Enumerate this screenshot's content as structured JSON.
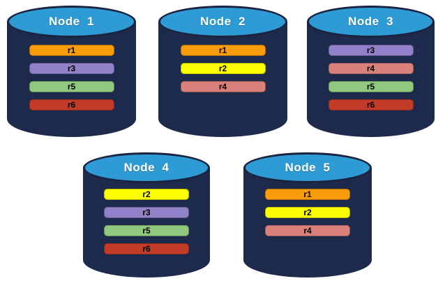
{
  "colors": {
    "background": "#FFFFFF",
    "cylinder_body": "#1E2A4B",
    "cylinder_top": "#2F9BD5",
    "cylinder_outline": "#1A2440",
    "node_label_text": "#FFFFFF",
    "replica_label_text": "#000000",
    "replicas": {
      "r1": "#F89B0D",
      "r2": "#FDFF00",
      "r3": "#9181C8",
      "r4": "#D9817A",
      "r5": "#8FC87E",
      "r6": "#C23B28"
    }
  },
  "nodes": [
    {
      "label": "Node  1",
      "replicas": [
        "r1",
        "r3",
        "r5",
        "r6"
      ]
    },
    {
      "label": "Node  2",
      "replicas": [
        "r1",
        "r2",
        "r4"
      ]
    },
    {
      "label": "Node  3",
      "replicas": [
        "r3",
        "r4",
        "r5",
        "r6"
      ]
    },
    {
      "label": "Node  4",
      "replicas": [
        "r2",
        "r3",
        "r5",
        "r6"
      ]
    },
    {
      "label": "Node  5",
      "replicas": [
        "r1",
        "r2",
        "r4"
      ]
    }
  ]
}
